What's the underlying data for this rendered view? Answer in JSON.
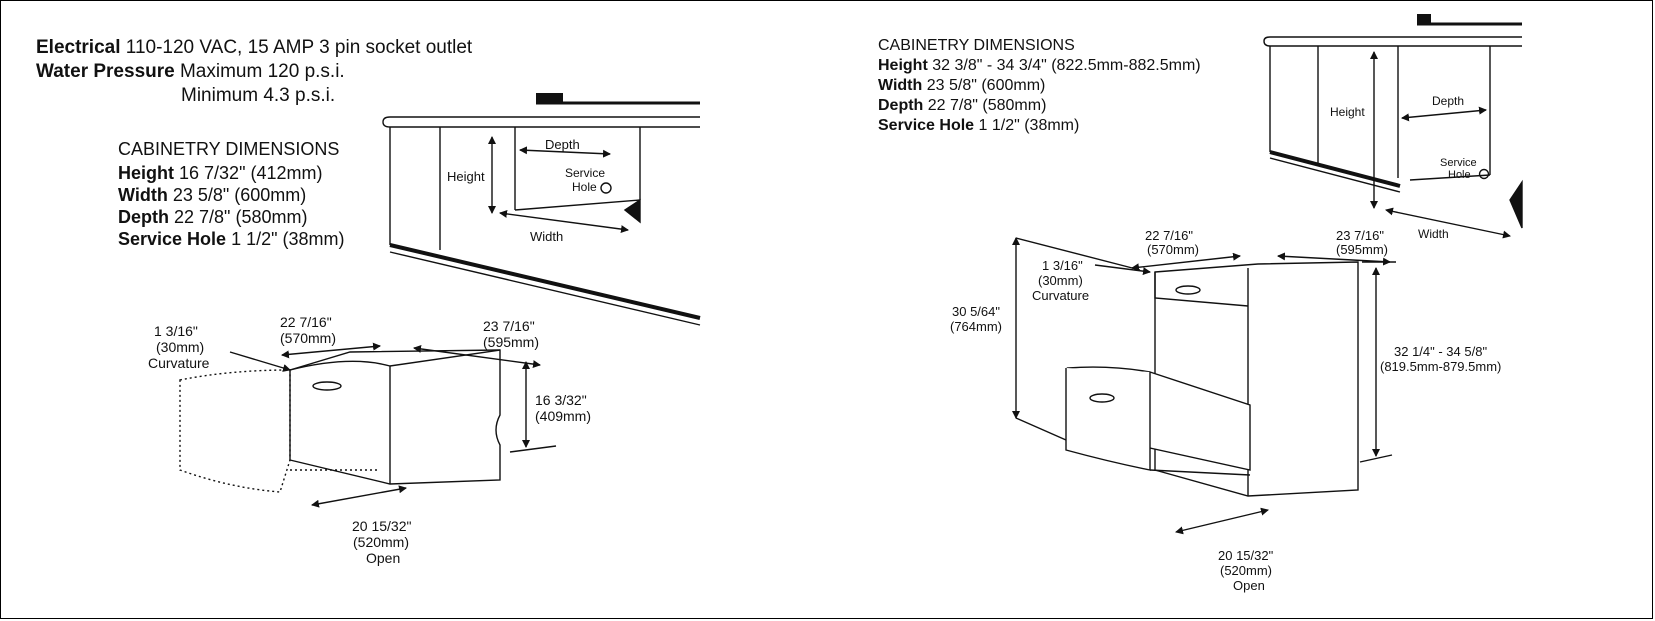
{
  "left": {
    "electrical_label": "Electrical",
    "electrical_value": "110-120 VAC, 15 AMP 3 pin socket outlet",
    "water_label": "Water Pressure",
    "water_max": "Maximum 120 p.s.i.",
    "water_min": "Minimum 4.3 p.s.i.",
    "cab_title": "CABINETRY DIMENSIONS",
    "height_label": "Height",
    "height_value": "16 7/32\" (412mm)",
    "width_label": "Width",
    "width_value": "23 5/8\" (600mm)",
    "depth_label": "Depth",
    "depth_value": "22 7/8\" (580mm)",
    "service_label": "Service Hole",
    "service_value": "1 1/2\" (38mm)",
    "cabinet": {
      "height": "Height",
      "depth": "Depth",
      "service_1": "Service",
      "service_2": "Hole",
      "width": "Width"
    },
    "dims": {
      "curv_1": "1 3/16\"",
      "curv_2": "(30mm)",
      "curv_3": "Curvature",
      "depth_1": "22 7/16\"",
      "depth_2": "(570mm)",
      "width_1": "23 7/16\"",
      "width_2": "(595mm)",
      "height_1": "16 3/32\"",
      "height_2": "(409mm)",
      "open_1": "20 15/32\"",
      "open_2": "(520mm)",
      "open_3": "Open"
    }
  },
  "right": {
    "cab_title": "CABINETRY DIMENSIONS",
    "height_label": "Height",
    "height_value": "32 3/8\" - 34 3/4\" (822.5mm-882.5mm)",
    "width_label": "Width",
    "width_value": "23 5/8\" (600mm)",
    "depth_label": "Depth",
    "depth_value": "22 7/8\" (580mm)",
    "service_label": "Service Hole",
    "service_value": "1 1/2\" (38mm)",
    "cabinet": {
      "height": "Height",
      "depth": "Depth",
      "service_1": "Service",
      "service_2": "Hole",
      "width": "Width"
    },
    "dims": {
      "depth_1": "22 7/16\"",
      "depth_2": "(570mm)",
      "width_1": "23 7/16\"",
      "width_2": "(595mm)",
      "curv_1": "1 3/16\"",
      "curv_2": "(30mm)",
      "curv_3": "Curvature",
      "tall_1": "30 5/64\"",
      "tall_2": "(764mm)",
      "h_1": "32 1/4\" - 34 5/8\"",
      "h_2": "(819.5mm-879.5mm)",
      "open_1": "20 15/32\"",
      "open_2": "(520mm)",
      "open_3": "Open"
    }
  },
  "colors": {
    "line": "#111111",
    "fill": "#ffffff"
  }
}
